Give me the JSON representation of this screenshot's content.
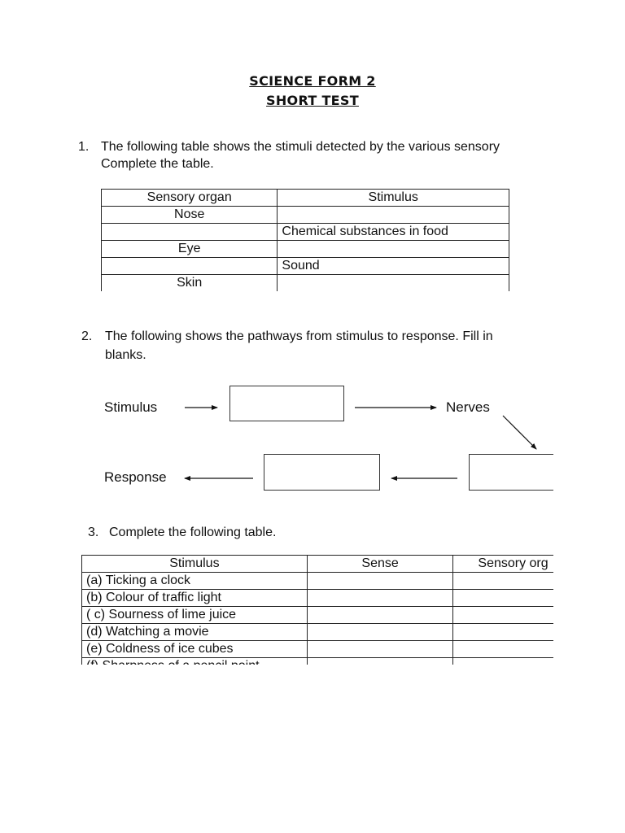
{
  "header": {
    "title": "SCIENCE FORM 2",
    "subtitle": "SHORT TEST"
  },
  "q1": {
    "number": "1.",
    "line1": "The following table shows the stimuli detected by the various sensory",
    "line2": "Complete the table.",
    "headers": [
      "Sensory organ",
      "Stimulus"
    ],
    "rows": [
      [
        "Nose",
        ""
      ],
      [
        "",
        "Chemical substances in food"
      ],
      [
        "Eye",
        ""
      ],
      [
        "",
        "Sound"
      ],
      [
        "Skin",
        ""
      ]
    ]
  },
  "q2": {
    "number": "2.",
    "line1": "The following shows the pathways from stimulus to response. Fill in",
    "line2": "blanks.",
    "stimulus": "Stimulus",
    "nerves": "Nerves",
    "response": "Response"
  },
  "q3": {
    "number": "3.",
    "line1": "Complete the following table.",
    "headers": [
      "Stimulus",
      "Sense",
      "Sensory org"
    ],
    "rows": [
      "(a) Ticking a clock",
      "(b) Colour of traffic light",
      "( c) Sourness of lime juice",
      "(d) Watching a movie",
      "(e) Coldness of ice cubes",
      "(f) Sharpness of a pencil point"
    ]
  }
}
